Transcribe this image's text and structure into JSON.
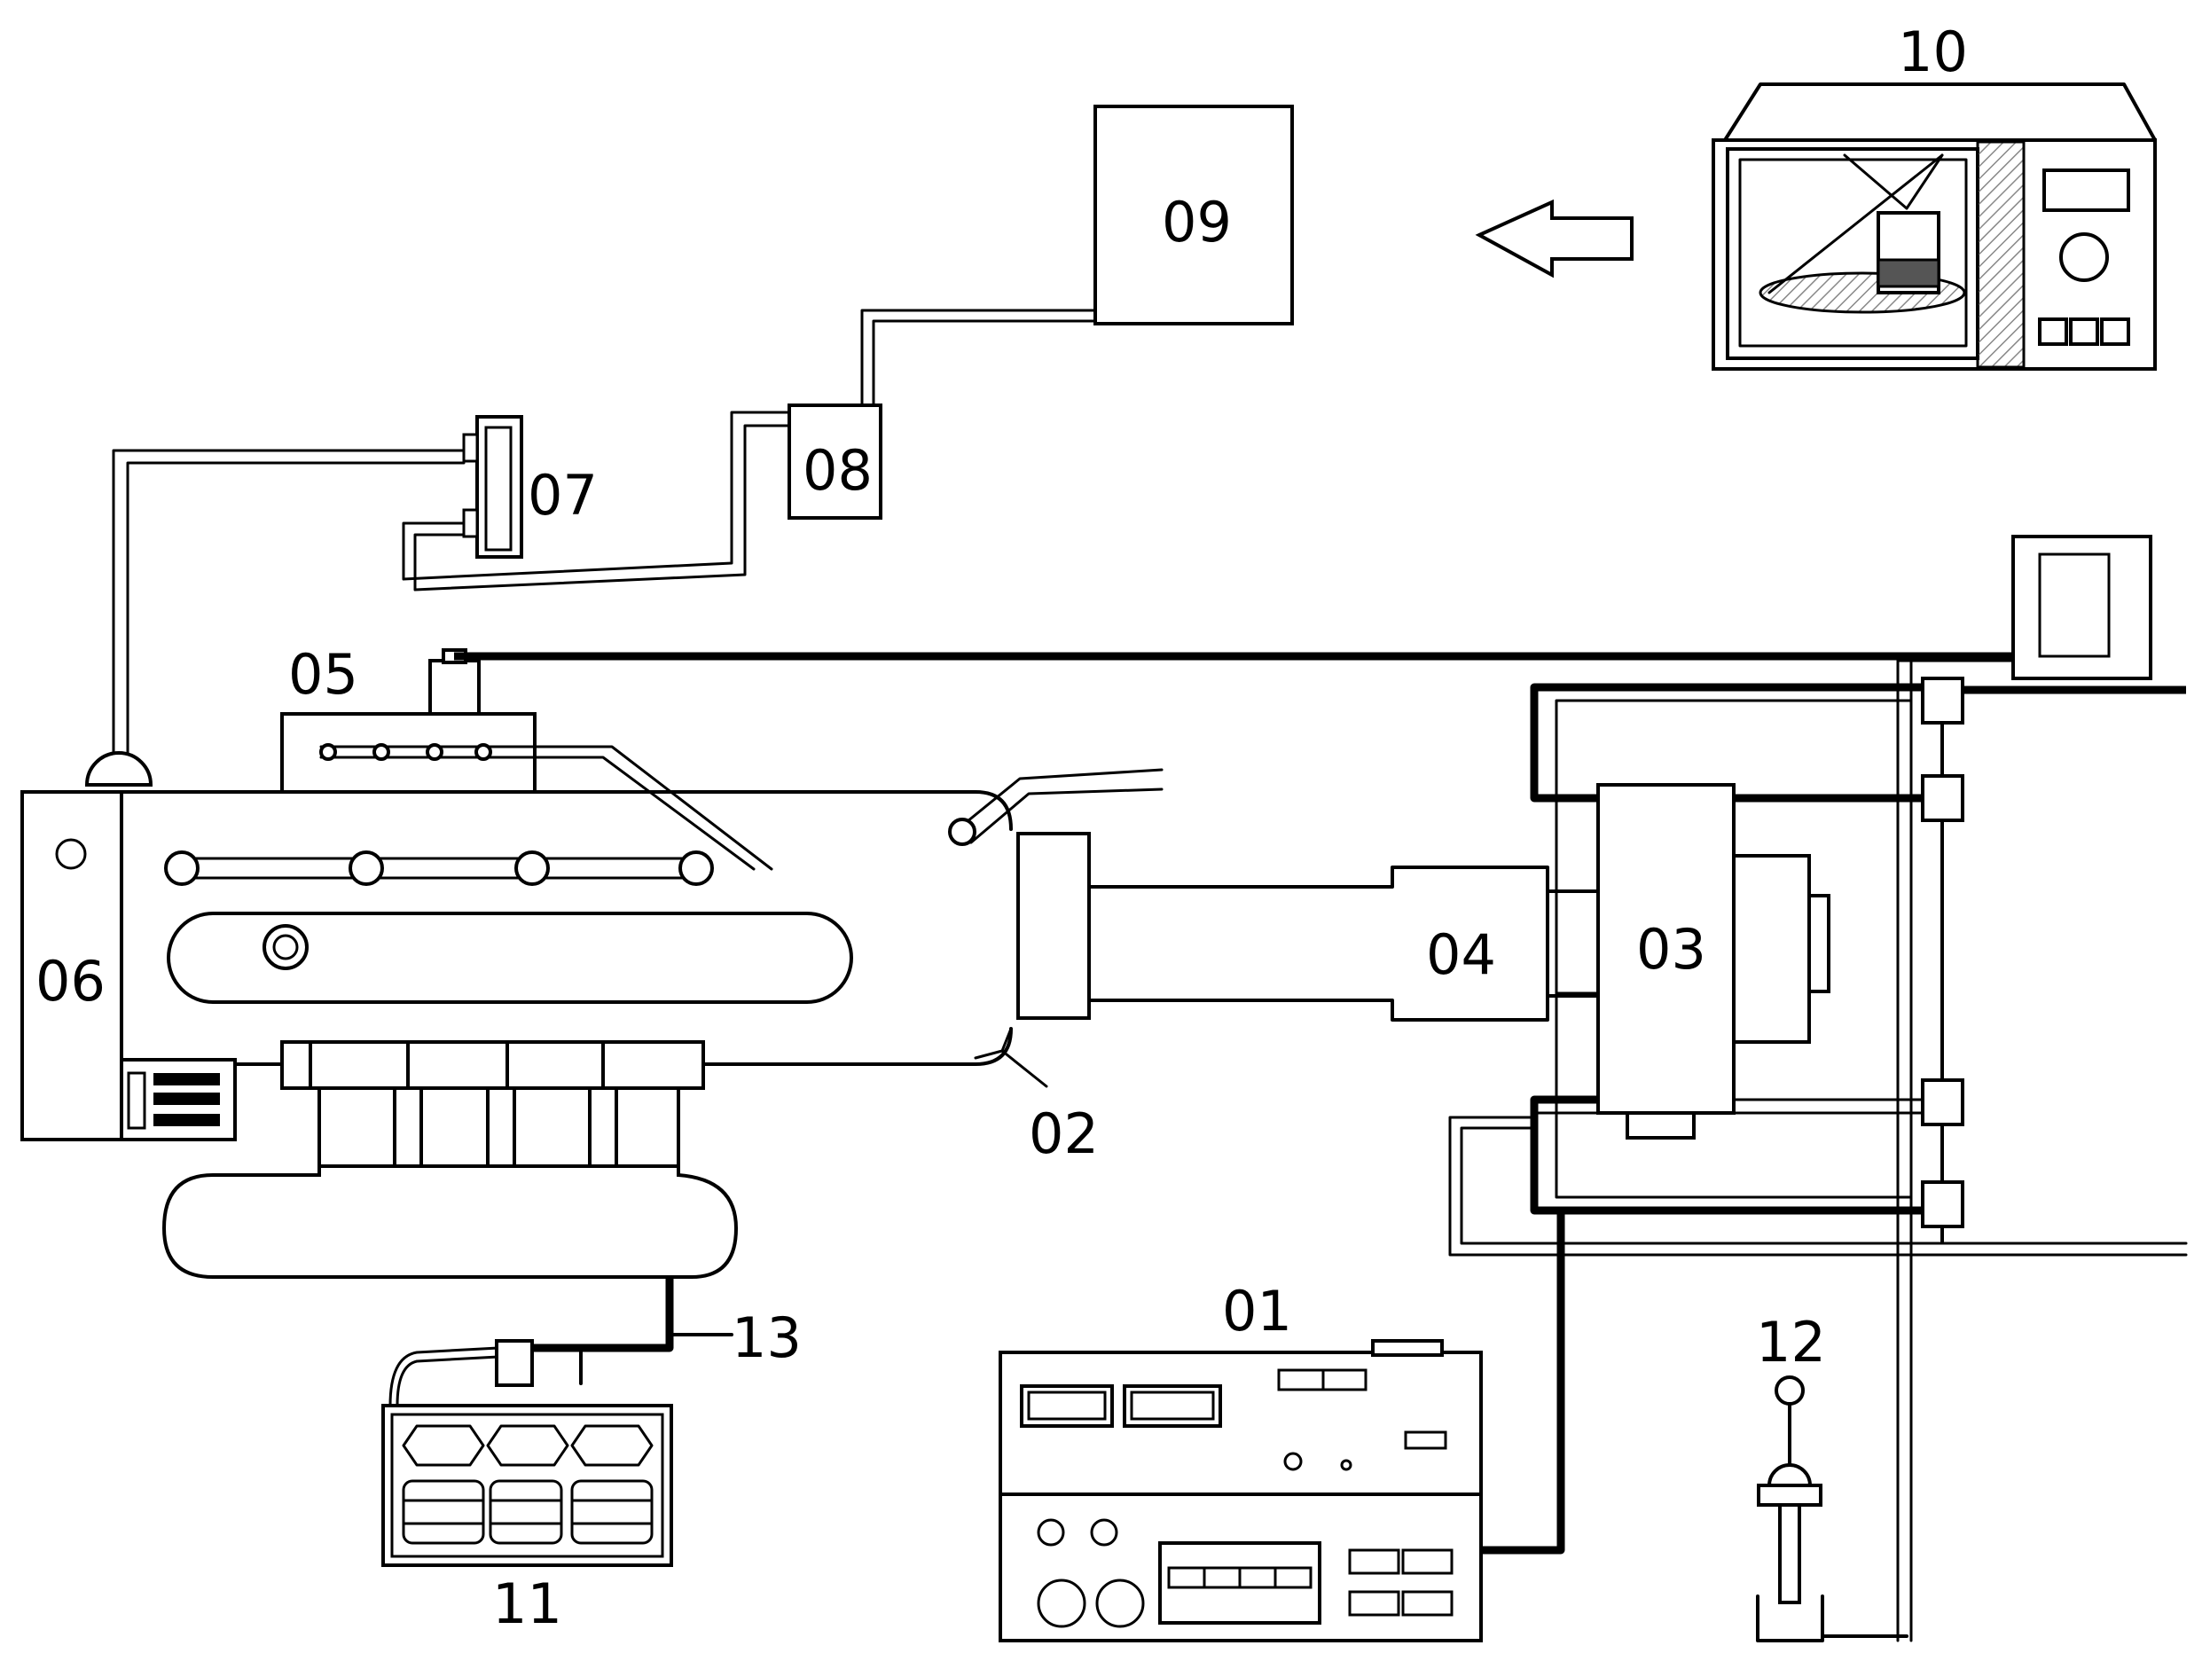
{
  "labels": {
    "c01": "01",
    "c02": "02",
    "c03": "03",
    "c04": "04",
    "c05": "05",
    "c06": "06",
    "c07": "07",
    "c08": "08",
    "c09": "09",
    "c10": "10",
    "c11": "11",
    "c12": "12",
    "c13": "13"
  },
  "colors": {
    "line": "#000000",
    "background": "#ffffff",
    "hatch": "#888888"
  },
  "icons": {
    "arrow": "left-arrow-icon",
    "microwave": "microwave-oven-icon",
    "readout": "digital-display-icon"
  }
}
